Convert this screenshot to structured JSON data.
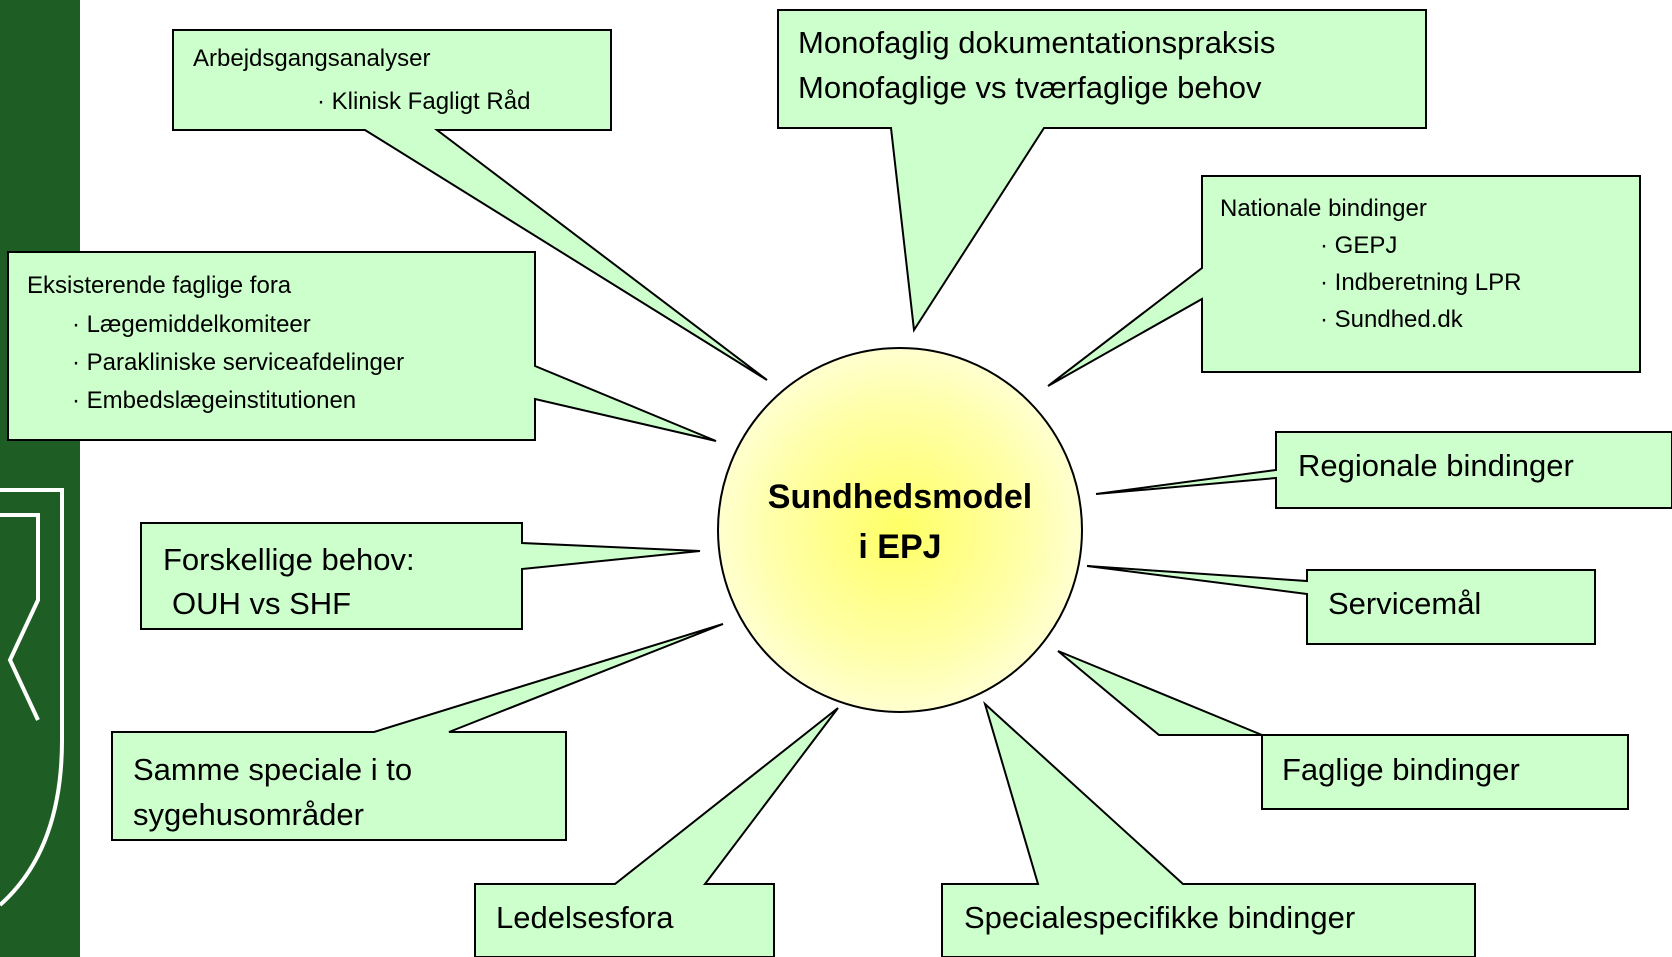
{
  "colors": {
    "callout_fill": "#ccffcc",
    "callout_stroke": "#000000",
    "center_fill": "#ffff99",
    "sidebar": "#1e5e24"
  },
  "center": {
    "line1": "Sundhedsmodel",
    "line2": "i EPJ"
  },
  "callouts": [
    {
      "id": "arbejdsgang",
      "lines": [
        "Arbejdsgangsanalyser",
        "· Klinisk Fagligt Råd"
      ]
    },
    {
      "id": "monofaglig",
      "lines": [
        "Monofaglig dokumentationspraksis",
        "Monofaglige vs tværfaglige behov"
      ]
    },
    {
      "id": "nationale",
      "lines": [
        "Nationale bindinger",
        "· GEPJ",
        "· Indberetning LPR",
        "· Sundhed.dk"
      ]
    },
    {
      "id": "eksisterende",
      "lines": [
        "Eksisterende faglige fora",
        "· Lægemiddelkomiteer",
        "· Parakliniske serviceafdelinger",
        "· Embedslægeinstitutionen"
      ]
    },
    {
      "id": "regionale",
      "lines": [
        "Regionale bindinger"
      ]
    },
    {
      "id": "forskellige",
      "lines": [
        "Forskellige behov:",
        " OUH vs SHF"
      ]
    },
    {
      "id": "servicemaal",
      "lines": [
        "Servicemål"
      ]
    },
    {
      "id": "samme-speciale",
      "lines": [
        "Samme speciale i to",
        "sygehusområder"
      ]
    },
    {
      "id": "faglige",
      "lines": [
        "Faglige bindinger"
      ]
    },
    {
      "id": "ledelsesfora",
      "lines": [
        "Ledelsesfora"
      ]
    },
    {
      "id": "specialespecifikke",
      "lines": [
        "Specialespecifikke bindinger"
      ]
    }
  ]
}
